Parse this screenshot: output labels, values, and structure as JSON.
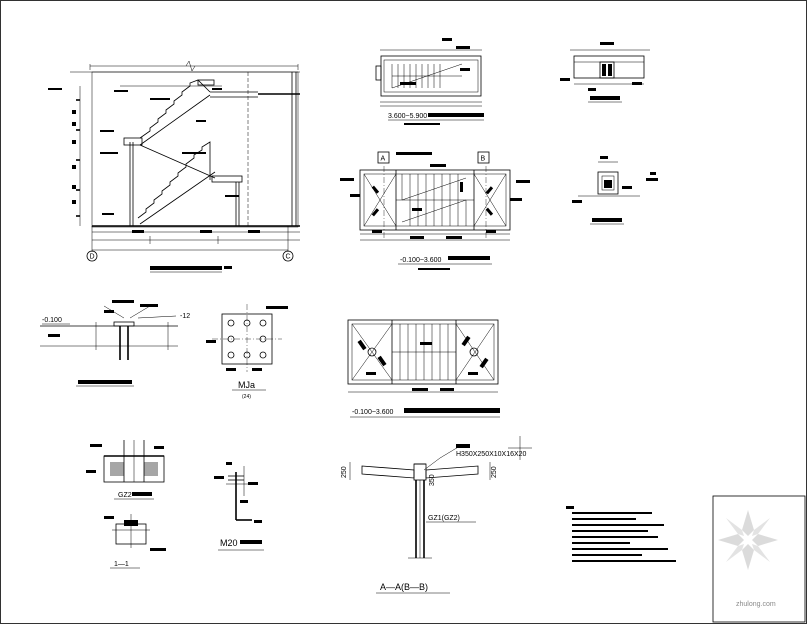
{
  "drawing": {
    "axis_left": "D",
    "axis_right": "C",
    "axis_a": "A",
    "axis_b": "B",
    "plan1_label": "3.600~5.900",
    "plan2_label": "-0.100~3.600",
    "plan3_label": "-0.100~3.600",
    "elev_level": "-0.100",
    "detail_mj_label": "MJa",
    "detail_mj_sub": "(24)",
    "detail_m20_label": "M20",
    "detail_11_label": "1—1",
    "section_aa_label": "A—A(B—B)",
    "gz_label": "GZ1(GZ2)",
    "gz_small_label": "GZ2",
    "beam_spec": "H350X250X10X16X20",
    "dim_250": "250",
    "dim_350": "350",
    "dim_12": "-12",
    "watermark": "zhulong.com"
  }
}
